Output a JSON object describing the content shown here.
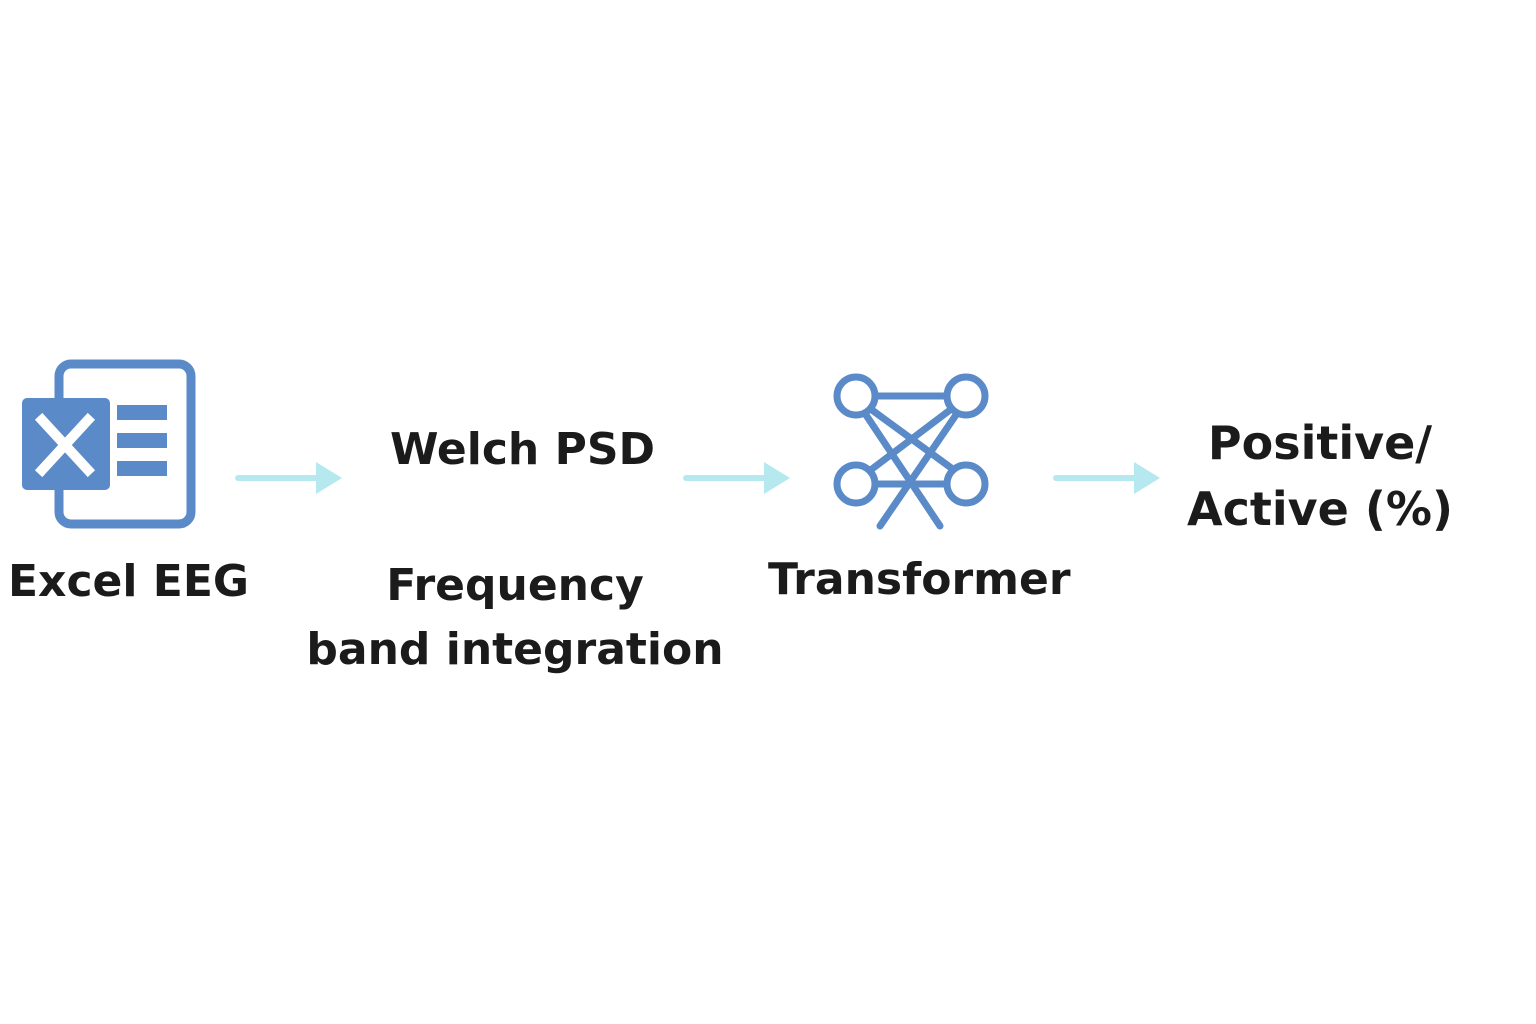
{
  "diagram": {
    "steps": [
      {
        "label": "Excel EEG",
        "icon": "excel-icon"
      },
      {
        "label": "Welch PSD"
      },
      {
        "label": "Frequency\nband integration"
      },
      {
        "label": "Transformer",
        "icon": "transformer-icon"
      },
      {
        "label": "Positive/\nActive (%)"
      }
    ],
    "colors": {
      "icon_blue": "#5b8ac8",
      "arrow": "#b6e8ef",
      "text": "#1b1b1b",
      "background": "#ffffff"
    }
  }
}
